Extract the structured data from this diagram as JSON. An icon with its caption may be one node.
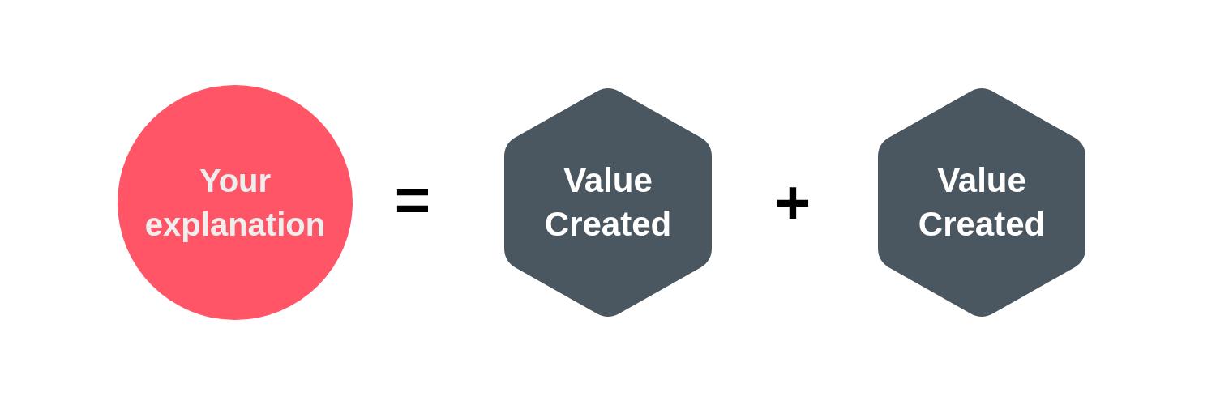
{
  "diagram": {
    "nodes": [
      {
        "text": [
          "Your explanation"
        ]
      },
      {
        "text": [
          "Value Created"
        ]
      },
      {
        "text": [
          "Value Created"
        ]
      }
    ],
    "labels": [
      "=",
      "+"
    ]
  }
}
